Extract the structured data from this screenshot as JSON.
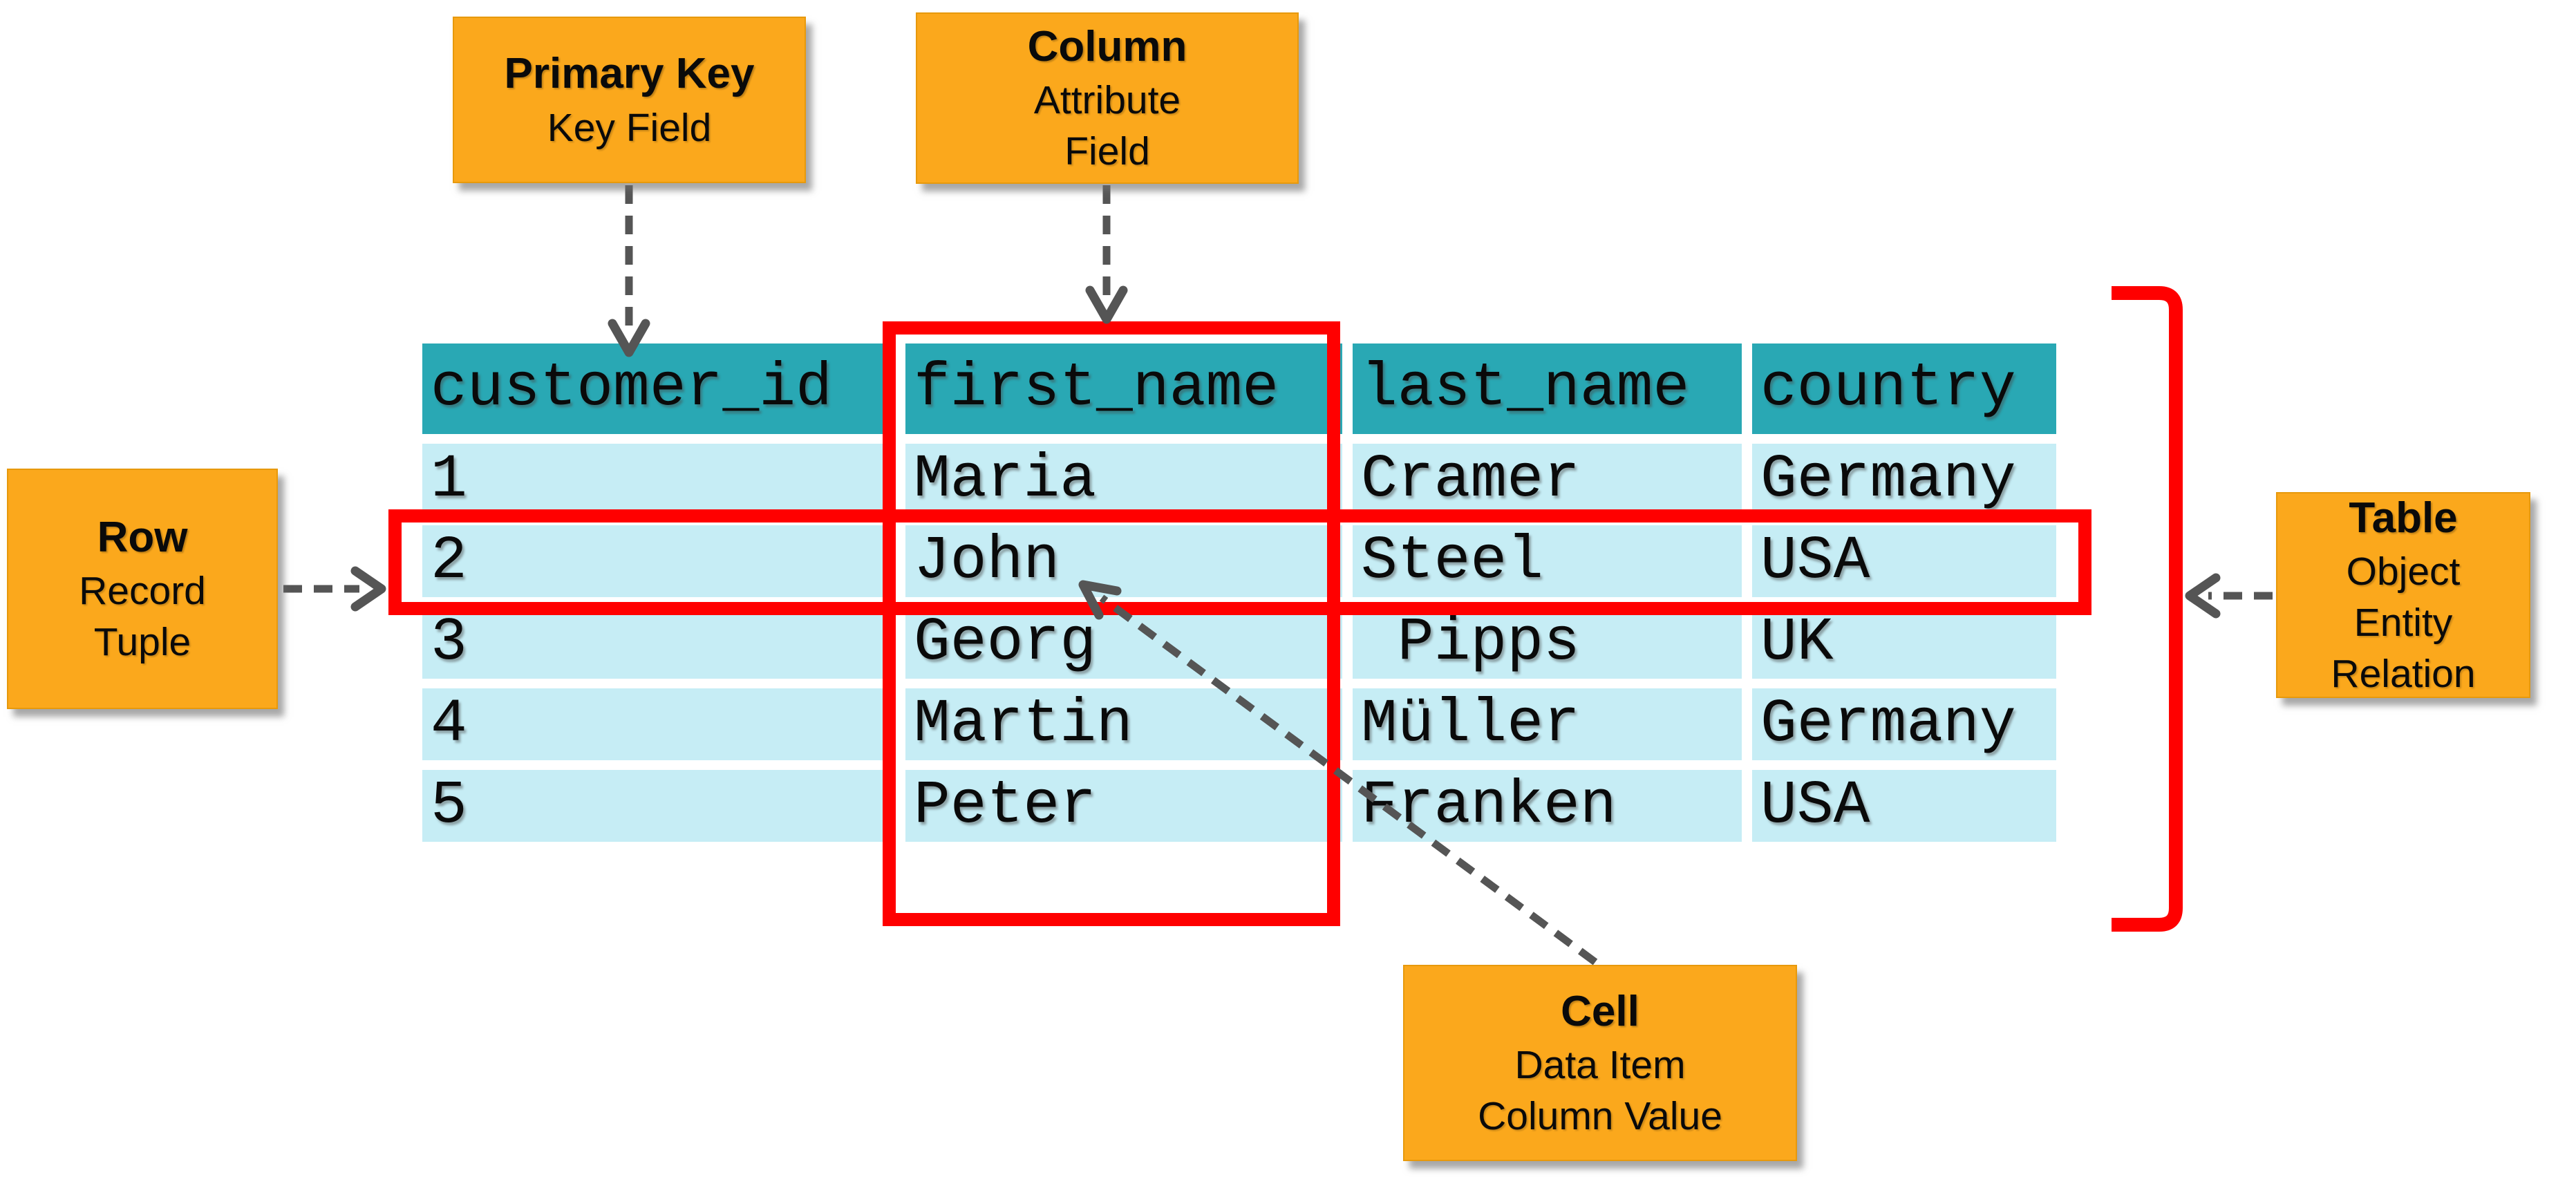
{
  "colors": {
    "orange": "#FBA81C",
    "teal": "#29A8B4",
    "row_cyan": "#C6EDF5",
    "highlight_red": "#FF0000",
    "arrow_gray": "#555555",
    "text": "#0A0A0A",
    "background": "#FFFFFF"
  },
  "callouts": {
    "primary_key": {
      "title": "Primary Key",
      "lines": [
        "Key Field"
      ]
    },
    "column": {
      "title": "Column",
      "lines": [
        "Attribute",
        "Field"
      ]
    },
    "row": {
      "title": "Row",
      "lines": [
        "Record",
        "Tuple"
      ]
    },
    "table": {
      "title": "Table",
      "lines": [
        "Object",
        "Entity",
        "Relation"
      ]
    },
    "cell": {
      "title": "Cell",
      "lines": [
        "Data Item",
        "Column Value"
      ]
    }
  },
  "table": {
    "headers": [
      "customer_id",
      "first_name",
      "last_name",
      "country"
    ],
    "rows": [
      [
        "1",
        "Maria",
        "Cramer",
        "Germany"
      ],
      [
        "2",
        "John",
        "Steel",
        "USA"
      ],
      [
        "3",
        "Georg",
        " Pipps",
        "UK"
      ],
      [
        "4",
        "Martin",
        "Müller",
        "Germany"
      ],
      [
        "5",
        "Peter",
        "Franken",
        "USA"
      ]
    ],
    "highlights": {
      "row_value": "2",
      "column": "first_name",
      "cell": "John"
    }
  }
}
